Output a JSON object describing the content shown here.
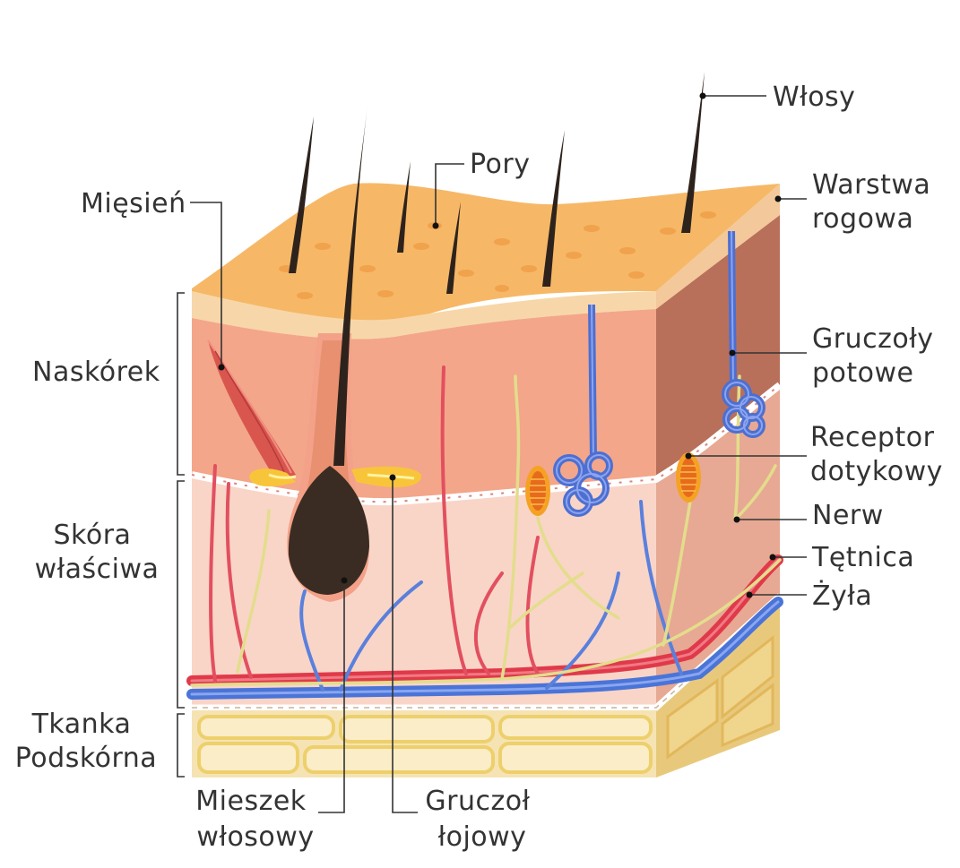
{
  "labels": {
    "hair": "Włosy",
    "pores": "Pory",
    "muscle": "Mięsień",
    "stratum_corneum": [
      "Warstwa",
      "rogowa"
    ],
    "sweat_glands": [
      "Gruczoły",
      "potowe"
    ],
    "touch_receptor": [
      "Receptor",
      "dotykowy"
    ],
    "nerve": "Nerw",
    "artery": "Tętnica",
    "vein": "Żyła",
    "epidermis": "Naskórek",
    "dermis": [
      "Skóra",
      "właściwa"
    ],
    "subcutaneous": [
      "Tkanka",
      "Podskórna"
    ],
    "hair_follicle": [
      "Mieszek",
      "włosowy"
    ],
    "sebaceous_gland": [
      "Gruczoł",
      "łojowy"
    ]
  },
  "colors": {
    "surface": "#f5b35c",
    "epidermis": "#f2a183",
    "dermis": "#f9d3c6",
    "subcutaneous": "#f7e2b0",
    "side_epidermis": "#b86f58",
    "side_dermis": "#e4a58f",
    "side_fat": "#e0c070",
    "artery": "#e03a4a",
    "vein": "#4a74d8",
    "nerve": "#e6e08a",
    "sweat_gland": "#4d6fd1",
    "hair": "#2e231c"
  }
}
